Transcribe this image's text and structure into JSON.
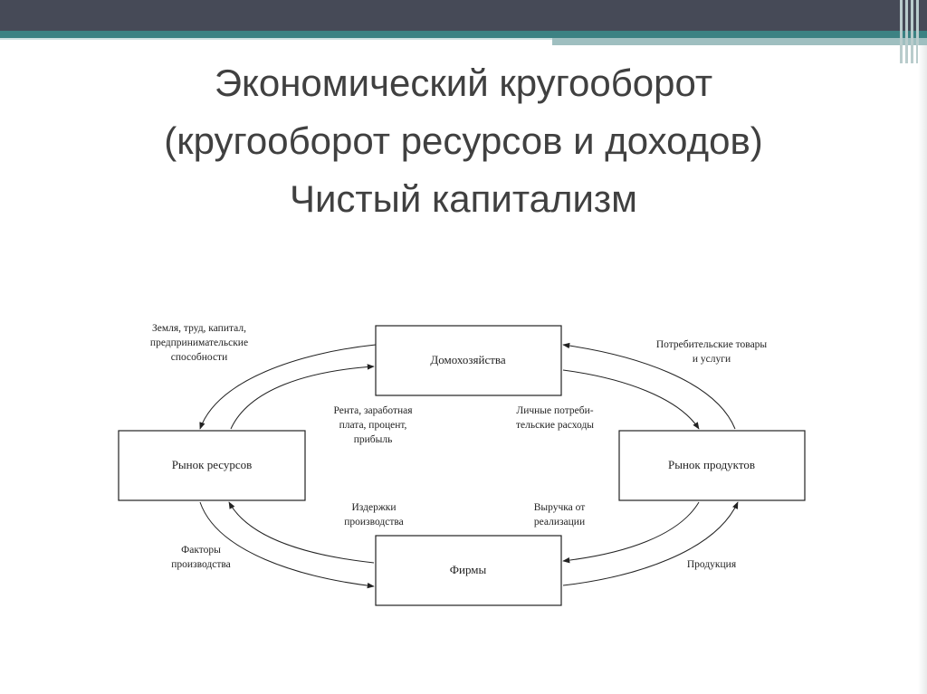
{
  "title": {
    "line1": "Экономический кругооборот",
    "line2": "(кругооборот ресурсов и доходов)",
    "line3": "Чистый капитализм"
  },
  "diagram": {
    "nodes": {
      "households": "Домохозяйства",
      "resource_market": "Рынок ресурсов",
      "product_market": "Рынок продуктов",
      "firms": "Фирмы"
    },
    "labels": {
      "resources_l1": "Земля, труд, капитал,",
      "resources_l2": "предпринимательские",
      "resources_l3": "способности",
      "consumer_goods_l1": "Потребительские товары",
      "consumer_goods_l2": "и услуги",
      "rent_l1": "Рента, заработная",
      "rent_l2": "плата, процент,",
      "rent_l3": "прибыль",
      "spending_l1": "Личные потреби-",
      "spending_l2": "тельские расходы",
      "costs_l1": "Издержки",
      "costs_l2": "производства",
      "revenue_l1": "Выручка от",
      "revenue_l2": "реализации",
      "factors_l1": "Факторы",
      "factors_l2": "производства",
      "products": "Продукция"
    }
  },
  "colors": {
    "top_bar": "#464a57",
    "accent": "#3c8283",
    "title_text": "#404040"
  }
}
